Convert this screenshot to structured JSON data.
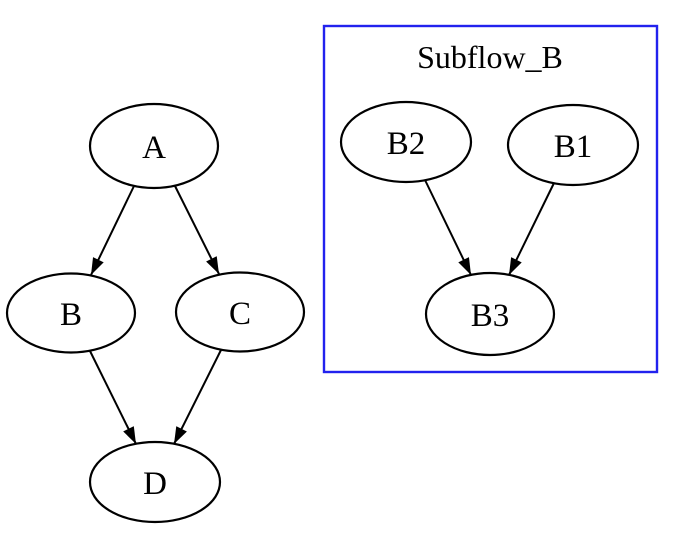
{
  "diagram": {
    "type": "directed-graph",
    "background_color": "#ffffff",
    "node_fill": "#ffffff",
    "node_border_color": "#000000",
    "edge_color": "#000000",
    "cluster": {
      "label": "Subflow_B",
      "border_color": "#2222ee",
      "members": [
        "B2",
        "B1",
        "B3"
      ]
    },
    "nodes": [
      {
        "id": "A",
        "label": "A"
      },
      {
        "id": "B",
        "label": "B"
      },
      {
        "id": "C",
        "label": "C"
      },
      {
        "id": "D",
        "label": "D"
      },
      {
        "id": "B2",
        "label": "B2"
      },
      {
        "id": "B1",
        "label": "B1"
      },
      {
        "id": "B3",
        "label": "B3"
      }
    ],
    "edges": [
      {
        "from": "A",
        "to": "B"
      },
      {
        "from": "A",
        "to": "C"
      },
      {
        "from": "B",
        "to": "D"
      },
      {
        "from": "C",
        "to": "D"
      },
      {
        "from": "B2",
        "to": "B3"
      },
      {
        "from": "B1",
        "to": "B3"
      }
    ]
  }
}
